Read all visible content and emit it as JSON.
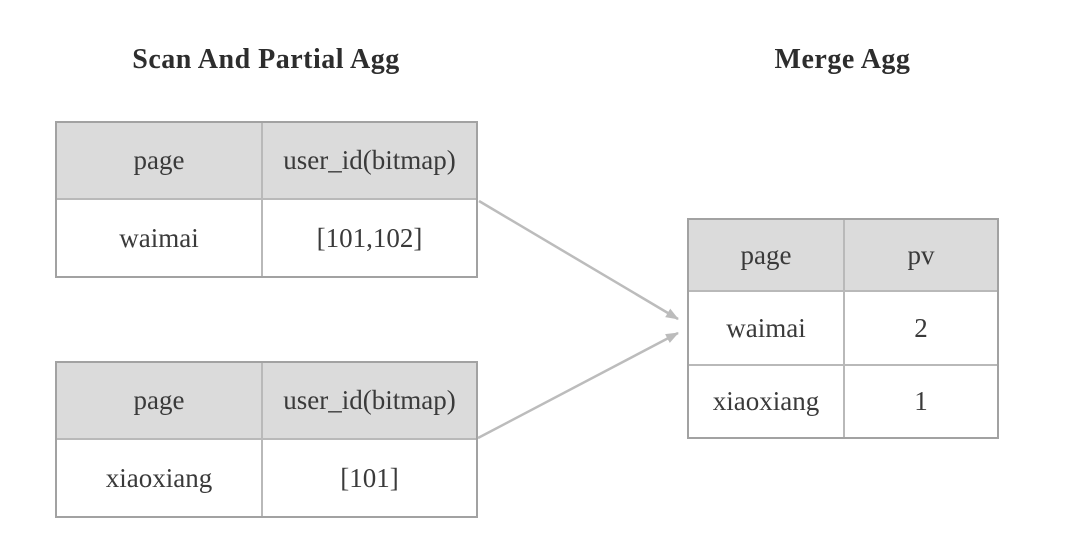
{
  "titles": {
    "scan_partial": "Scan And Partial Agg",
    "merge": "Merge Agg"
  },
  "scan_tables": [
    {
      "headers": [
        "page",
        "user_id(bitmap)"
      ],
      "rows": [
        [
          "waimai",
          "[101,102]"
        ]
      ]
    },
    {
      "headers": [
        "page",
        "user_id(bitmap)"
      ],
      "rows": [
        [
          "xiaoxiang",
          "[101]"
        ]
      ]
    }
  ],
  "merge_table": {
    "headers": [
      "page",
      "pv"
    ],
    "rows": [
      [
        "waimai",
        "2"
      ],
      [
        "xiaoxiang",
        "1"
      ]
    ]
  },
  "colors": {
    "header_bg": "#dbdbdb",
    "table_border": "#a2a2a2",
    "inner_border": "#b9b9b9",
    "arrow": "#bcbcbc",
    "text": "#3a3a3a",
    "title_text": "#2d2d2d"
  }
}
